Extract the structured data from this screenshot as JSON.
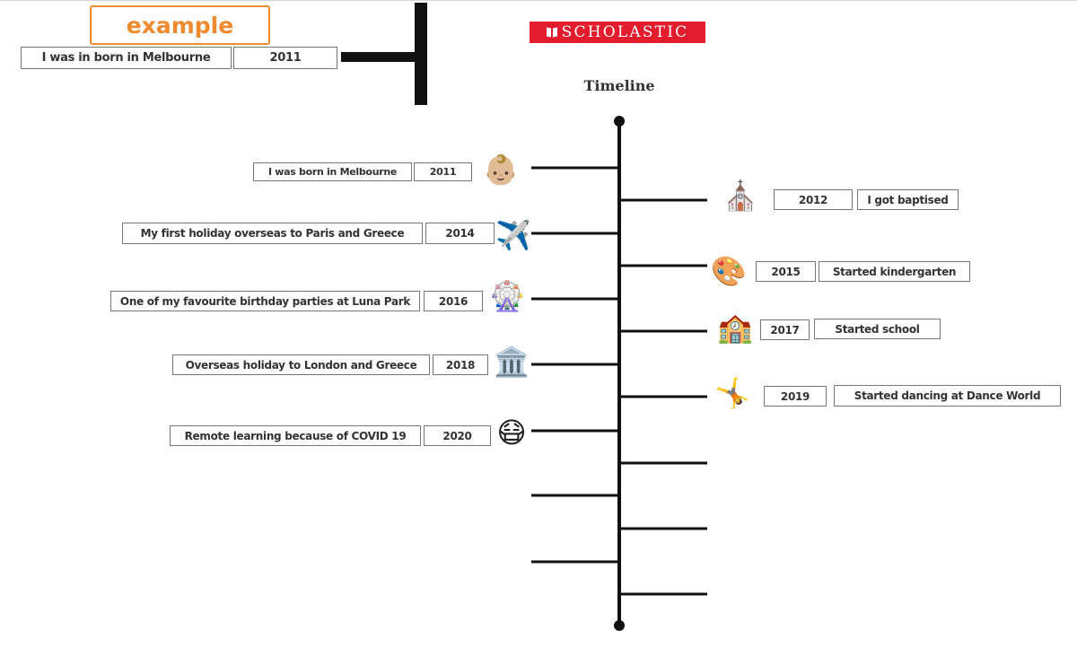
{
  "header": {
    "example_label": "example",
    "example_event": "I was in born in Melbourne",
    "example_year": "2011",
    "logo_text": "SCHOLASTIC",
    "title": "Timeline"
  },
  "colors": {
    "accent_orange": "#f08a2e",
    "logo_red": "#e31d2d",
    "line": "#111111",
    "box_border": "#777777"
  },
  "events": {
    "left": [
      {
        "text": "I was born in Melbourne",
        "year": "2011",
        "icon": "baby-icon",
        "emoji": "👶🏼"
      },
      {
        "text": "My first holiday overseas to Paris and Greece",
        "year": "2014",
        "icon": "airplane-icon",
        "emoji": "✈️"
      },
      {
        "text": "One of my favourite birthday parties at Luna Park",
        "year": "2016",
        "icon": "ferris-wheel-icon",
        "emoji": "🎡"
      },
      {
        "text": "Overseas holiday to London and Greece",
        "year": "2018",
        "icon": "classical-building-icon",
        "emoji": "🏛️"
      },
      {
        "text": "Remote learning because of COVID 19",
        "year": "2020",
        "icon": "face-with-mask-icon",
        "emoji": "😷"
      }
    ],
    "right": [
      {
        "text": "I got baptised",
        "year": "2012",
        "icon": "church-icon",
        "emoji": "⛪"
      },
      {
        "text": "Started kindergarten",
        "year": "2015",
        "icon": "artist-palette-icon",
        "emoji": "🎨"
      },
      {
        "text": "Started school",
        "year": "2017",
        "icon": "school-icon",
        "emoji": "🏫"
      },
      {
        "text": "Started dancing at Dance World",
        "year": "2019",
        "icon": "cartwheel-icon",
        "emoji": "🤸"
      }
    ]
  }
}
